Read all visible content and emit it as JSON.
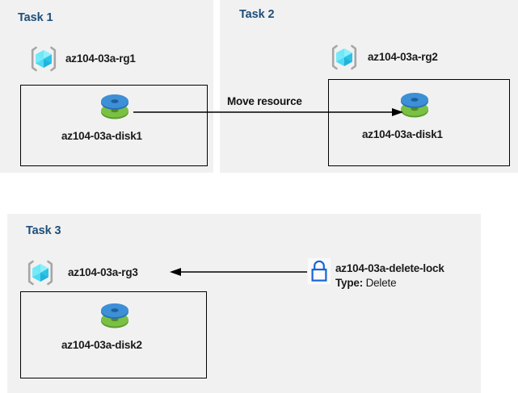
{
  "diagram": {
    "title_color": "#1f4e79",
    "panel_bg": "#f1f1f1",
    "page_bg": "#ffffff"
  },
  "panels": [
    {
      "id": "task1",
      "title": "Task 1",
      "resource_group": {
        "icon": "resource-group-cube-icon",
        "label": "az104-03a-rg1"
      },
      "resource": {
        "icon": "managed-disk-icon",
        "label": "az104-03a-disk1"
      }
    },
    {
      "id": "task2",
      "title": "Task 2",
      "resource_group": {
        "icon": "resource-group-cube-icon",
        "label": "az104-03a-rg2"
      },
      "resource": {
        "icon": "managed-disk-icon",
        "label": "az104-03a-disk1"
      }
    },
    {
      "id": "task3",
      "title": "Task 3",
      "resource_group": {
        "icon": "resource-group-cube-icon",
        "label": "az104-03a-rg3"
      },
      "resource": {
        "icon": "managed-disk-icon",
        "label": "az104-03a-disk2"
      }
    }
  ],
  "connectors": [
    {
      "id": "move-resource",
      "label": "Move resource",
      "direction": "left-to-right",
      "from": "az104-03a-disk1 (Task 1)",
      "to": "az104-03a-disk1 (Task 2)"
    },
    {
      "id": "delete-lock-link",
      "label": "",
      "direction": "right-to-left",
      "from": "az104-03a-delete-lock",
      "to": "az104-03a-rg3"
    }
  ],
  "lock": {
    "icon": "padlock-icon",
    "name": "az104-03a-delete-lock",
    "type_key": "Type:",
    "type_value": "Delete",
    "color": "#1565d8"
  },
  "icon_colors": {
    "cube_light": "#6fe7f7",
    "cube_mid": "#29c6e8",
    "cube_dark": "#15a9d4",
    "bracket": "#a6a6a6",
    "disk_blue": "#3d8fd6",
    "disk_blue_dark": "#2a6fb5",
    "disk_green": "#7ac143",
    "disk_green_dark": "#5a9c2e",
    "arrow": "#000000"
  }
}
